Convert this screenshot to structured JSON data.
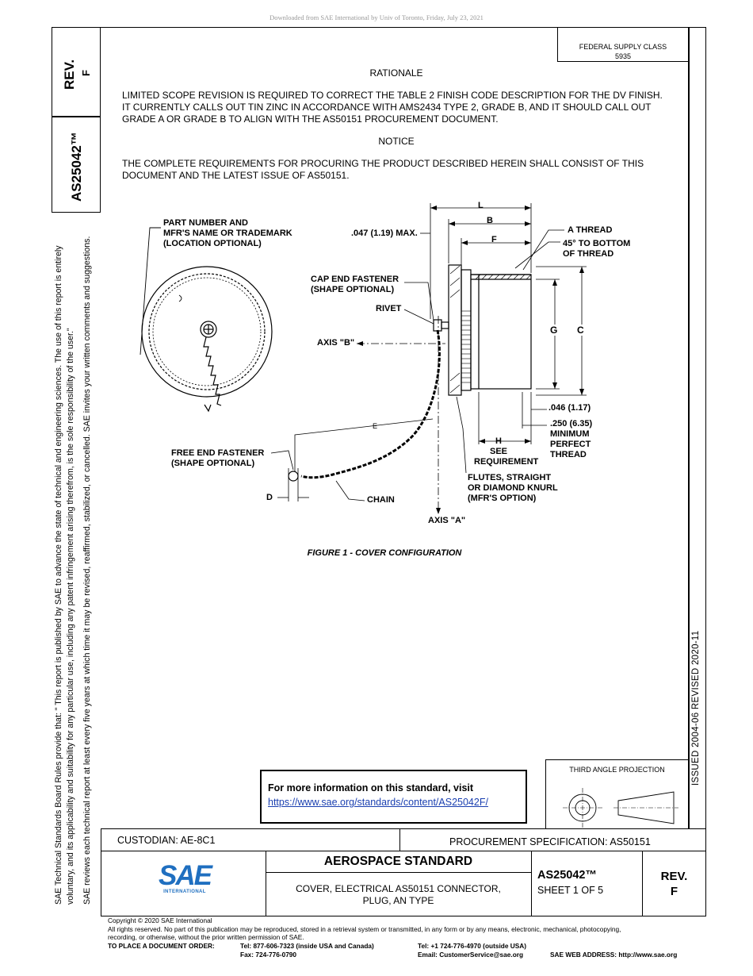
{
  "download_notice": "Downloaded from SAE International by Univ of Toronto, Friday, July 23, 2021",
  "side_notice_1": "SAE Technical Standards Board Rules provide that: \"  This report is published by SAE to advance the state of technical and engineering sciences. The use of this report is entirely",
  "side_notice_2": "voluntary, and its applicability and suitability for any particular use, including any patent infringement arising therefrom, is the sole responsibility of the user.\"",
  "side_notice_3": "SAE reviews each technical report at least every five years at which time it may be revised, reaffirmed, stabilized, or cancelled. SAE invites your written comments and suggestions.",
  "left_rev_label": "REV.",
  "left_rev_value": "F",
  "left_doc_number": "AS25042™",
  "federal_supply_label": "FEDERAL SUPPLY CLASS",
  "federal_supply_value": "5935",
  "rationale_heading": "RATIONALE",
  "rationale_text": "LIMITED SCOPE REVISION IS REQUIRED TO CORRECT THE TABLE 2 FINISH CODE DESCRIPTION FOR THE DV FINISH. IT CURRENTLY CALLS OUT TIN ZINC IN ACCORDANCE WITH AMS2434 TYPE 2, GRADE B, AND IT SHOULD CALL OUT GRADE A OR GRADE B TO ALIGN WITH THE AS50151 PROCUREMENT DOCUMENT.",
  "notice_heading": "NOTICE",
  "notice_text": "THE COMPLETE REQUIREMENTS FOR PROCURING THE PRODUCT DESCRIBED HEREIN SHALL CONSIST OF THIS DOCUMENT AND THE LATEST ISSUE OF AS50151.",
  "figure": {
    "caption": "FIGURE 1 - COVER CONFIGURATION",
    "labels": {
      "part_number_1": "PART NUMBER AND",
      "part_number_2": "MFR'S NAME OR TRADEMARK",
      "part_number_3": "(LOCATION OPTIONAL)",
      "dim_047": ".047 (1.19) MAX.",
      "L": "L",
      "B": "B",
      "F": "F",
      "a_thread": "A THREAD",
      "bottom_1": "45° TO BOTTOM",
      "bottom_2": "OF THREAD",
      "cap_end_1": "CAP END FASTENER",
      "cap_end_2": "(SHAPE OPTIONAL)",
      "rivet": "RIVET",
      "axis_b": "AXIS \"B\"",
      "G": "G",
      "C": "C",
      "dim_046": ".046 (1.17)",
      "dim_250": ".250 (6.35)",
      "minimum": "MINIMUM",
      "perfect": "PERFECT",
      "thread": "THREAD",
      "E": "E",
      "H": "H",
      "see": "SEE",
      "requirement": "REQUIREMENT",
      "free_end_1": "FREE END FASTENER",
      "free_end_2": "(SHAPE OPTIONAL)",
      "flutes_1": "FLUTES, STRAIGHT",
      "flutes_2": "OR DIAMOND KNURL",
      "flutes_3": "(MFR'S OPTION)",
      "D": "D",
      "chain": "CHAIN",
      "axis_a": "AXIS \"A\""
    }
  },
  "info_box_title": "For more information on this standard, visit",
  "info_box_link": "https://www.sae.org/standards/content/AS25042F/",
  "third_angle": "THIRD ANGLE PROJECTION",
  "issued_revised": "ISSUED 2004-06     REVISED 2020-11",
  "custodian": "CUSTODIAN: AE-8C1",
  "procurement": "PROCUREMENT SPECIFICATION: AS50151",
  "title_block": {
    "logo_text": "SAE",
    "logo_sub": "INTERNATIONAL",
    "standard_type": "AEROSPACE STANDARD",
    "title_1": "COVER, ELECTRICAL AS50151 CONNECTOR,",
    "title_2": "PLUG, AN TYPE",
    "doc_number": "AS25042™",
    "sheet": "SHEET 1 OF 5",
    "rev_label": "REV.",
    "rev_value": "F"
  },
  "footer": {
    "copyright": "Copyright © 2020 SAE International",
    "rights_1": "All rights reserved. No part of this publication may be reproduced, stored in a retrieval system or transmitted, in any form or by any means, electronic, mechanical, photocopying,",
    "rights_2": "recording, or otherwise, without the prior written permission of SAE.",
    "order_label": "TO PLACE A DOCUMENT ORDER:",
    "tel_usa": "Tel:  877-606-7323 (inside USA and Canada)",
    "fax": "Fax:  724-776-0790",
    "tel_outside": "Tel:  +1 724-776-4970 (outside USA)",
    "email": "Email:  CustomerService@sae.org",
    "web": "SAE WEB ADDRESS:  http://www.sae.org"
  }
}
